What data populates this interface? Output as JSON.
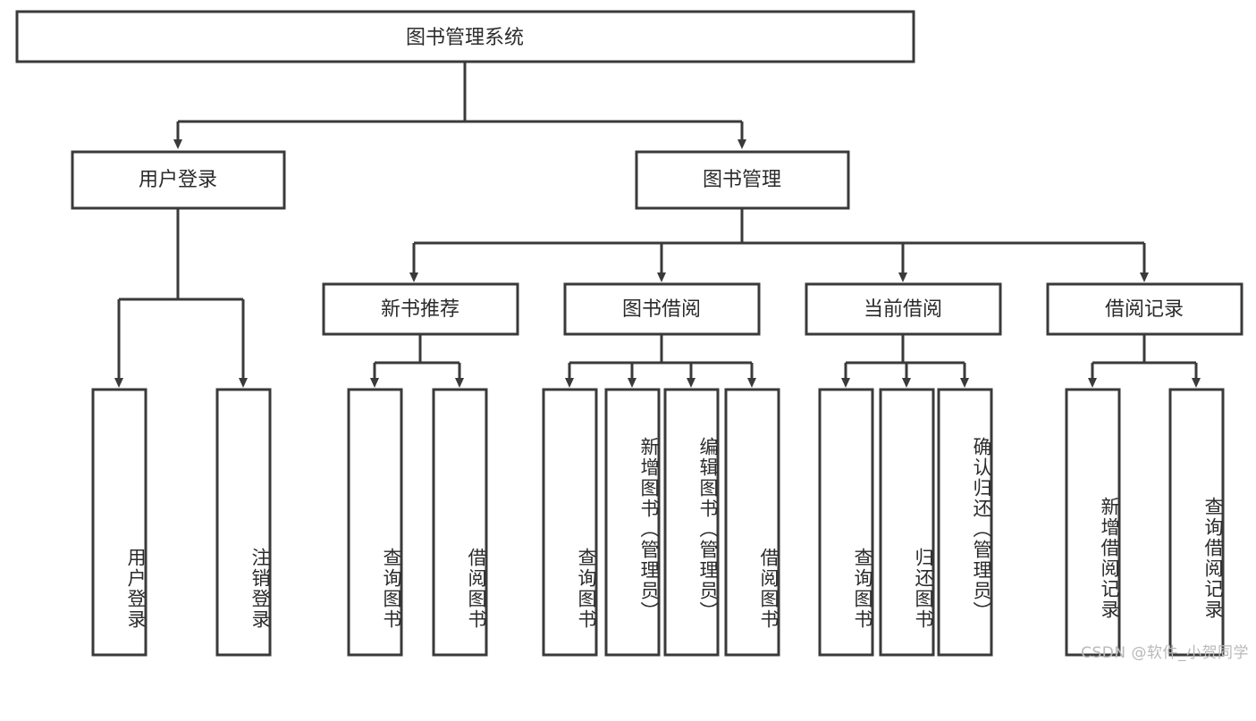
{
  "diagram": {
    "title": "图书管理系统",
    "type": "tree-hierarchy-diagram",
    "colors": {
      "box_stroke": "#3a3a3a",
      "box_fill": "#ffffff",
      "text": "#2b2b2b",
      "background": "#ffffff",
      "watermark": "#b9b9b9"
    },
    "root": {
      "label": "图书管理系统"
    },
    "level2": [
      {
        "label": "用户登录"
      },
      {
        "label": "图书管理"
      }
    ],
    "level3": [
      {
        "label": "新书推荐"
      },
      {
        "label": "图书借阅"
      },
      {
        "label": "当前借阅"
      },
      {
        "label": "借阅记录"
      }
    ],
    "leaves": {
      "user_login": [
        {
          "label": "用户登录"
        },
        {
          "label": "注销登录"
        }
      ],
      "new_book_recommend": [
        {
          "label": "查询图书"
        },
        {
          "label": "借阅图书"
        }
      ],
      "book_borrow": [
        {
          "label": "查询图书"
        },
        {
          "label": "新增图书（管理员）"
        },
        {
          "label": "编辑图书（管理员）"
        },
        {
          "label": "借阅图书"
        }
      ],
      "current_borrow": [
        {
          "label": "查询图书"
        },
        {
          "label": "归还图书"
        },
        {
          "label": "确认归还（管理员）"
        }
      ],
      "borrow_record": [
        {
          "label": "新增借阅记录"
        },
        {
          "label": "查询借阅记录"
        }
      ]
    },
    "watermark": "CSDN @软件_小贺同学"
  }
}
